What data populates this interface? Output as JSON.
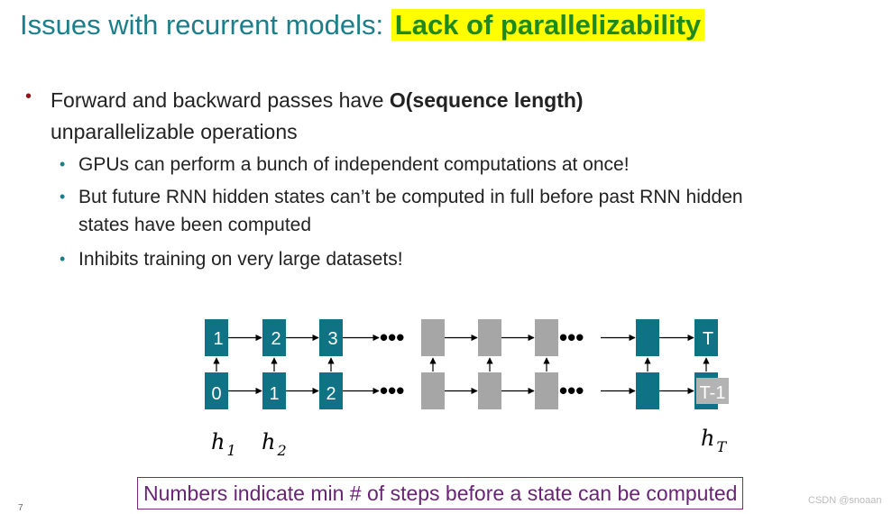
{
  "slide": {
    "title_prefix": "Issues with recurrent models: ",
    "title_highlight": "Lack of parallelizability",
    "bullet": {
      "text_before": "Forward and backward passes have ",
      "text_bold": "O(sequence length)",
      "text_after": " unparallelizable operations"
    },
    "sub_bullets": [
      "GPUs can perform a bunch of independent computations at once!",
      "But future RNN hidden states can’t be computed in full before past RNN hidden states have been computed",
      "Inhibits training on very large datasets!"
    ],
    "caption": "Numbers indicate min # of steps before a state can be computed",
    "watermark": "CSDN @snoaan",
    "slide_number": "7",
    "bullet_marker": "•"
  },
  "diagram": {
    "top_row_labels": [
      "1",
      "2",
      "3",
      "",
      "",
      "",
      "",
      "T"
    ],
    "bottom_row_labels": [
      "0",
      "1",
      "2",
      "",
      "",
      "",
      "",
      "T-1"
    ],
    "ellipsis": "•••",
    "h_labels": {
      "h1": "h",
      "h1_sub": "1",
      "h2": "h",
      "h2_sub": "2",
      "hT": "h",
      "hT_sub": "T"
    },
    "colors": {
      "teal": "#0f7285",
      "gray": "#a6a6a6",
      "gray_label_bg": "#b3b3b3",
      "arrow": "#000000"
    }
  }
}
